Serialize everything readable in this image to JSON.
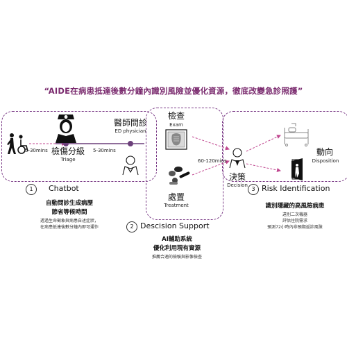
{
  "tagline": "“AIDE在病患抵達後數分鐘內識別風險並優化資源，徹底改變急診照護”",
  "flow": {
    "arrival_time": "5-30mins",
    "triage_zh": "檢傷分級",
    "triage_en": "Triage",
    "triage_time": "5-30mins",
    "physician_zh": "醫師問診",
    "physician_en": "ED physician",
    "exam_zh": "檢查",
    "exam_en": "Exam",
    "treatment_zh": "處置",
    "treatment_en": "Treatment",
    "exam_time": "60-120mins",
    "decision_zh": "決策",
    "decision_en": "Decision",
    "disposition_zh": "動向",
    "disposition_en": "Disposition"
  },
  "steps": [
    {
      "num": "1",
      "title": "Chatbot",
      "sub1": "自動問診生成病歷",
      "sub2": "節省等候時間",
      "desc1": "透過生命徵象與病患自述症狀，",
      "desc2": "在病患抵達後數分鐘內即可運作"
    },
    {
      "num": "2",
      "title": "Descision Support",
      "sub1": "AI輔助系統",
      "sub2": "優化利用現有資源",
      "desc1": "推薦合適的檢驗與影像檢查",
      "desc2": ""
    },
    {
      "num": "3",
      "title": "Risk Identification",
      "sub1": "識別隱藏的高風險病患",
      "sub2": "",
      "desc1": "違別二次機器",
      "desc2": "評估住院需求",
      "desc3": "預測72小時內非預期返診風險"
    }
  ],
  "colors": {
    "accent": "#7a3a86",
    "arrow": "#c0468f",
    "dot": "#6b3f7a"
  }
}
